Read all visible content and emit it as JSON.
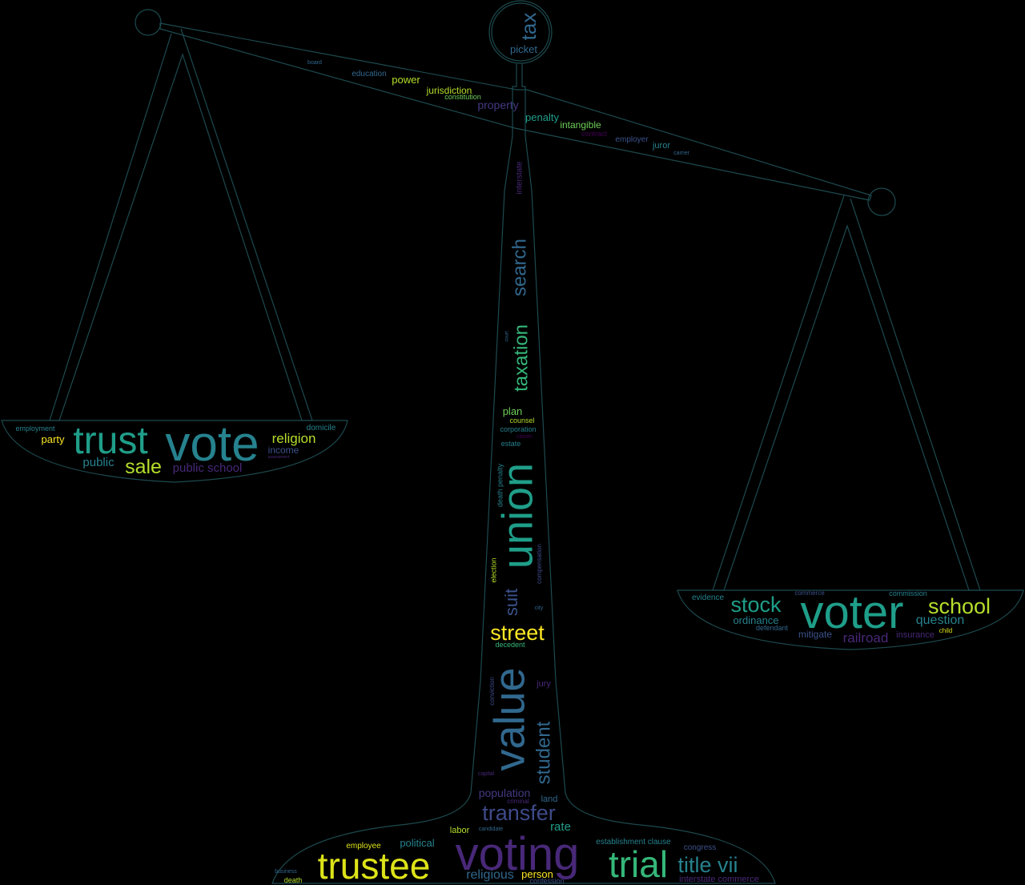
{
  "palette": {
    "background": "#000000",
    "outline": "#1d4a4f"
  },
  "words": [
    {
      "text": "tax",
      "color": "#31688e",
      "vertical": true
    },
    {
      "text": "picket",
      "color": "#31688e"
    },
    {
      "text": "board",
      "color": "#31688e"
    },
    {
      "text": "education",
      "color": "#31688e"
    },
    {
      "text": "power",
      "color": "#b5de2b"
    },
    {
      "text": "jurisdiction",
      "color": "#b5de2b"
    },
    {
      "text": "constitution",
      "color": "#6ece58"
    },
    {
      "text": "property",
      "color": "#443983"
    },
    {
      "text": "penalty",
      "color": "#1f9e89"
    },
    {
      "text": "intangible",
      "color": "#6ece58"
    },
    {
      "text": "contract",
      "color": "#440154"
    },
    {
      "text": "employer",
      "color": "#3b528b"
    },
    {
      "text": "juror",
      "color": "#26828e"
    },
    {
      "text": "carrier",
      "color": "#31688e"
    },
    {
      "text": "interstate",
      "color": "#482878",
      "vertical": true
    },
    {
      "text": "search",
      "color": "#31688e",
      "vertical": true
    },
    {
      "text": "taxation",
      "color": "#35b779",
      "vertical": true
    },
    {
      "text": "court",
      "color": "#31688e",
      "vertical": true
    },
    {
      "text": "plan",
      "color": "#6ece58"
    },
    {
      "text": "counsel",
      "color": "#b5de2b"
    },
    {
      "text": "corporation",
      "color": "#26828e"
    },
    {
      "text": "citizen",
      "color": "#440154"
    },
    {
      "text": "estate",
      "color": "#26828e"
    },
    {
      "text": "union",
      "color": "#1f9e89",
      "vertical": true
    },
    {
      "text": "death penalty",
      "color": "#26828e",
      "vertical": true
    },
    {
      "text": "election",
      "color": "#b5de2b",
      "vertical": true
    },
    {
      "text": "compensation",
      "color": "#3e4a89",
      "vertical": true
    },
    {
      "text": "suit",
      "color": "#3b528b",
      "vertical": true
    },
    {
      "text": "city",
      "color": "#31688e"
    },
    {
      "text": "street",
      "color": "#fde725"
    },
    {
      "text": "decedent",
      "color": "#35b779"
    },
    {
      "text": "value",
      "color": "#31688e",
      "vertical": true
    },
    {
      "text": "conviction",
      "color": "#3e4a89",
      "vertical": true
    },
    {
      "text": "jury",
      "color": "#482878"
    },
    {
      "text": "student",
      "color": "#31688e",
      "vertical": true
    },
    {
      "text": "capital",
      "color": "#482878"
    },
    {
      "text": "population",
      "color": "#443983"
    },
    {
      "text": "land",
      "color": "#31688e"
    },
    {
      "text": "criminal",
      "color": "#482878"
    },
    {
      "text": "transfer",
      "color": "#3e4a89"
    },
    {
      "text": "rate",
      "color": "#1f9e89"
    },
    {
      "text": "candidate",
      "color": "#31688e"
    },
    {
      "text": "labor",
      "color": "#b5de2b"
    },
    {
      "text": "employee",
      "color": "#dde318"
    },
    {
      "text": "political",
      "color": "#26828e"
    },
    {
      "text": "voting",
      "color": "#482878"
    },
    {
      "text": "establishment clause",
      "color": "#26828e"
    },
    {
      "text": "congress",
      "color": "#3b528b"
    },
    {
      "text": "trustee",
      "color": "#dde318"
    },
    {
      "text": "trial",
      "color": "#35b779"
    },
    {
      "text": "title vii",
      "color": "#26828e"
    },
    {
      "text": "religious",
      "color": "#31688e"
    },
    {
      "text": "person",
      "color": "#fde725"
    },
    {
      "text": "confession",
      "color": "#3b528b"
    },
    {
      "text": "interstate commerce",
      "color": "#482878"
    },
    {
      "text": "business",
      "color": "#31688e"
    },
    {
      "text": "death",
      "color": "#b5de2b"
    },
    {
      "text": "employment",
      "color": "#26828e"
    },
    {
      "text": "party",
      "color": "#fde725"
    },
    {
      "text": "trust",
      "color": "#1f9e89"
    },
    {
      "text": "vote",
      "color": "#26828e"
    },
    {
      "text": "religion",
      "color": "#b5de2b"
    },
    {
      "text": "domicile",
      "color": "#26828e"
    },
    {
      "text": "income",
      "color": "#3b528b"
    },
    {
      "text": "assessment",
      "color": "#482878"
    },
    {
      "text": "public",
      "color": "#26828e"
    },
    {
      "text": "sale",
      "color": "#b5de2b"
    },
    {
      "text": "public school",
      "color": "#482878"
    },
    {
      "text": "evidence",
      "color": "#26828e"
    },
    {
      "text": "commerce",
      "color": "#3b528b"
    },
    {
      "text": "commission",
      "color": "#26828e"
    },
    {
      "text": "stock",
      "color": "#1f9e89"
    },
    {
      "text": "voter",
      "color": "#1f9e89"
    },
    {
      "text": "school",
      "color": "#b5de2b"
    },
    {
      "text": "ordinance",
      "color": "#26828e"
    },
    {
      "text": "defendant",
      "color": "#31688e"
    },
    {
      "text": "question",
      "color": "#26828e"
    },
    {
      "text": "mitigate",
      "color": "#3b528b"
    },
    {
      "text": "railroad",
      "color": "#482878"
    },
    {
      "text": "insurance",
      "color": "#482878"
    },
    {
      "text": "child",
      "color": "#dde318"
    }
  ]
}
